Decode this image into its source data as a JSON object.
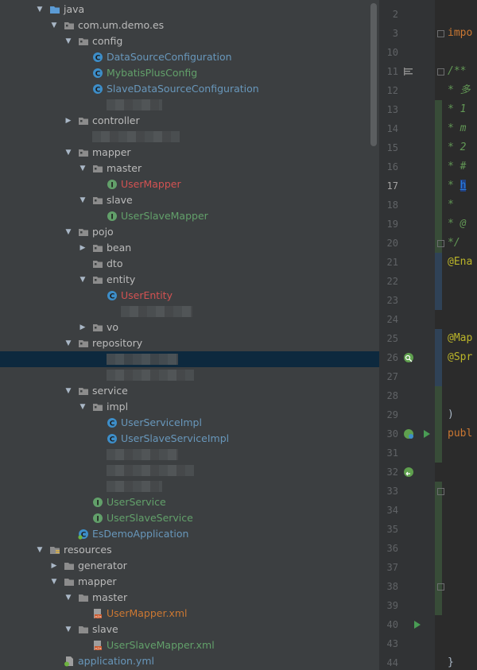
{
  "project_tree": {
    "items": [
      {
        "label": "java",
        "kind": "source-folder",
        "expanded": true,
        "level": 0,
        "color": "default"
      },
      {
        "label": "com.um.demo.es",
        "kind": "package",
        "expanded": true,
        "level": 1,
        "color": "default"
      },
      {
        "label": "config",
        "kind": "package",
        "expanded": true,
        "level": 2,
        "color": "default"
      },
      {
        "label": "DataSourceConfiguration",
        "kind": "class",
        "level": 3,
        "color": "blue"
      },
      {
        "label": "MybatisPlusConfig",
        "kind": "class",
        "level": 3,
        "color": "green"
      },
      {
        "label": "SlaveDataSourceConfiguration",
        "kind": "class",
        "level": 3,
        "color": "blue"
      },
      {
        "label": "",
        "kind": "blurred",
        "level": 3
      },
      {
        "label": "controller",
        "kind": "package",
        "expanded": false,
        "level": 2,
        "color": "default"
      },
      {
        "label": "",
        "kind": "blurred",
        "level": 2
      },
      {
        "label": "mapper",
        "kind": "package",
        "expanded": true,
        "level": 2,
        "color": "default"
      },
      {
        "label": "master",
        "kind": "package",
        "expanded": true,
        "level": 3,
        "color": "default"
      },
      {
        "label": "UserMapper",
        "kind": "interface",
        "level": 4,
        "color": "red"
      },
      {
        "label": "slave",
        "kind": "package",
        "expanded": true,
        "level": 3,
        "color": "default"
      },
      {
        "label": "UserSlaveMapper",
        "kind": "interface",
        "level": 4,
        "color": "green"
      },
      {
        "label": "pojo",
        "kind": "package",
        "expanded": true,
        "level": 2,
        "color": "default"
      },
      {
        "label": "bean",
        "kind": "package",
        "expanded": false,
        "level": 3,
        "color": "default"
      },
      {
        "label": "dto",
        "kind": "package",
        "level": 3,
        "color": "default"
      },
      {
        "label": "entity",
        "kind": "package",
        "expanded": true,
        "level": 3,
        "color": "default"
      },
      {
        "label": "UserEntity",
        "kind": "class",
        "level": 4,
        "color": "red"
      },
      {
        "label": "",
        "kind": "blurred",
        "level": 4
      },
      {
        "label": "vo",
        "kind": "package",
        "expanded": false,
        "level": 3,
        "color": "default"
      },
      {
        "label": "repository",
        "kind": "package",
        "expanded": true,
        "level": 2,
        "color": "default"
      },
      {
        "label": "",
        "kind": "blurred",
        "level": 3,
        "selected": true
      },
      {
        "label": "",
        "kind": "blurred",
        "level": 3
      },
      {
        "label": "service",
        "kind": "package",
        "expanded": true,
        "level": 2,
        "color": "default"
      },
      {
        "label": "impl",
        "kind": "package",
        "expanded": true,
        "level": 3,
        "color": "default"
      },
      {
        "label": "UserServiceImpl",
        "kind": "class",
        "level": 4,
        "color": "blue"
      },
      {
        "label": "UserSlaveServiceImpl",
        "kind": "class",
        "level": 4,
        "color": "blue"
      },
      {
        "label": "",
        "kind": "blurred",
        "level": 3
      },
      {
        "label": "",
        "kind": "blurred",
        "level": 3
      },
      {
        "label": "",
        "kind": "blurred",
        "level": 3
      },
      {
        "label": "UserService",
        "kind": "interface",
        "level": 3,
        "color": "green"
      },
      {
        "label": "UserSlaveService",
        "kind": "interface",
        "level": 3,
        "color": "green"
      },
      {
        "label": "EsDemoApplication",
        "kind": "spring-class",
        "level": 2,
        "color": "blue"
      },
      {
        "label": "resources",
        "kind": "resource-folder",
        "expanded": true,
        "level": 0,
        "color": "default"
      },
      {
        "label": "generator",
        "kind": "folder",
        "expanded": false,
        "level": 1,
        "color": "default"
      },
      {
        "label": "mapper",
        "kind": "folder",
        "expanded": true,
        "level": 1,
        "color": "default"
      },
      {
        "label": "master",
        "kind": "folder",
        "expanded": true,
        "level": 2,
        "color": "default"
      },
      {
        "label": "UserMapper.xml",
        "kind": "xml",
        "level": 3,
        "color": "orange"
      },
      {
        "label": "slave",
        "kind": "folder",
        "expanded": true,
        "level": 2,
        "color": "default"
      },
      {
        "label": "UserSlaveMapper.xml",
        "kind": "xml",
        "level": 3,
        "color": "green"
      },
      {
        "label": "application.yml",
        "kind": "yml",
        "level": 1,
        "color": "blue"
      }
    ]
  },
  "editor": {
    "current_line": "17",
    "lines": [
      {
        "n": "2",
        "code": []
      },
      {
        "n": "3",
        "code": [
          {
            "t": "impo",
            "c": "kw"
          }
        ],
        "fold": true
      },
      {
        "n": "10",
        "code": []
      },
      {
        "n": "11",
        "code": [
          {
            "t": "/**",
            "c": "cm"
          }
        ],
        "fold": true,
        "gutter": "doc"
      },
      {
        "n": "12",
        "code": [
          {
            "t": " * 多",
            "c": "cm"
          }
        ]
      },
      {
        "n": "13",
        "code": [
          {
            "t": " * 1",
            "c": "cm"
          }
        ]
      },
      {
        "n": "14",
        "code": [
          {
            "t": " * m",
            "c": "cm"
          }
        ]
      },
      {
        "n": "15",
        "code": [
          {
            "t": " * 2",
            "c": "cm"
          }
        ]
      },
      {
        "n": "16",
        "code": [
          {
            "t": " * #",
            "c": "cm"
          }
        ]
      },
      {
        "n": "17",
        "code": [
          {
            "t": " * ",
            "c": "cm"
          },
          {
            "t": "h",
            "c": "hl"
          }
        ]
      },
      {
        "n": "18",
        "code": [
          {
            "t": " *",
            "c": "cm"
          }
        ]
      },
      {
        "n": "19",
        "code": [
          {
            "t": " * @",
            "c": "cm"
          }
        ]
      },
      {
        "n": "20",
        "code": [
          {
            "t": " */",
            "c": "cm"
          }
        ],
        "fold": true
      },
      {
        "n": "21",
        "code": [
          {
            "t": "@Ena",
            "c": "an"
          }
        ]
      },
      {
        "n": "22",
        "code": []
      },
      {
        "n": "23",
        "code": []
      },
      {
        "n": "24",
        "code": []
      },
      {
        "n": "25",
        "code": [
          {
            "t": "@Map",
            "c": "an"
          }
        ]
      },
      {
        "n": "26",
        "code": [
          {
            "t": "@Spr",
            "c": "an"
          }
        ],
        "gutter": "bean-search"
      },
      {
        "n": "27",
        "code": []
      },
      {
        "n": "28",
        "code": []
      },
      {
        "n": "29",
        "code": [
          {
            "t": ")",
            "c": "pl"
          }
        ]
      },
      {
        "n": "30",
        "code": [
          {
            "t": "publ",
            "c": "kw"
          }
        ],
        "gutter": "run-bean"
      },
      {
        "n": "31",
        "code": []
      },
      {
        "n": "32",
        "code": [],
        "gutter": "bean-nav"
      },
      {
        "n": "33",
        "code": [],
        "fold": true
      },
      {
        "n": "34",
        "code": []
      },
      {
        "n": "35",
        "code": []
      },
      {
        "n": "36",
        "code": []
      },
      {
        "n": "37",
        "code": []
      },
      {
        "n": "38",
        "code": [],
        "fold": true
      },
      {
        "n": "39",
        "code": []
      },
      {
        "n": "40",
        "code": [],
        "gutter": "run"
      },
      {
        "n": "43",
        "code": []
      },
      {
        "n": "44",
        "code": [
          {
            "t": "}",
            "c": "pl"
          }
        ]
      }
    ]
  },
  "colors": {
    "tree_bg": "#3c3f41",
    "selection": "#0d293e",
    "editor_bg": "#2b2b2b",
    "gutter_bg": "#313335",
    "class_blue": "#6897bb",
    "interface_green": "#62a06a",
    "error_red": "#d25252",
    "xml_orange": "#cc7832"
  }
}
